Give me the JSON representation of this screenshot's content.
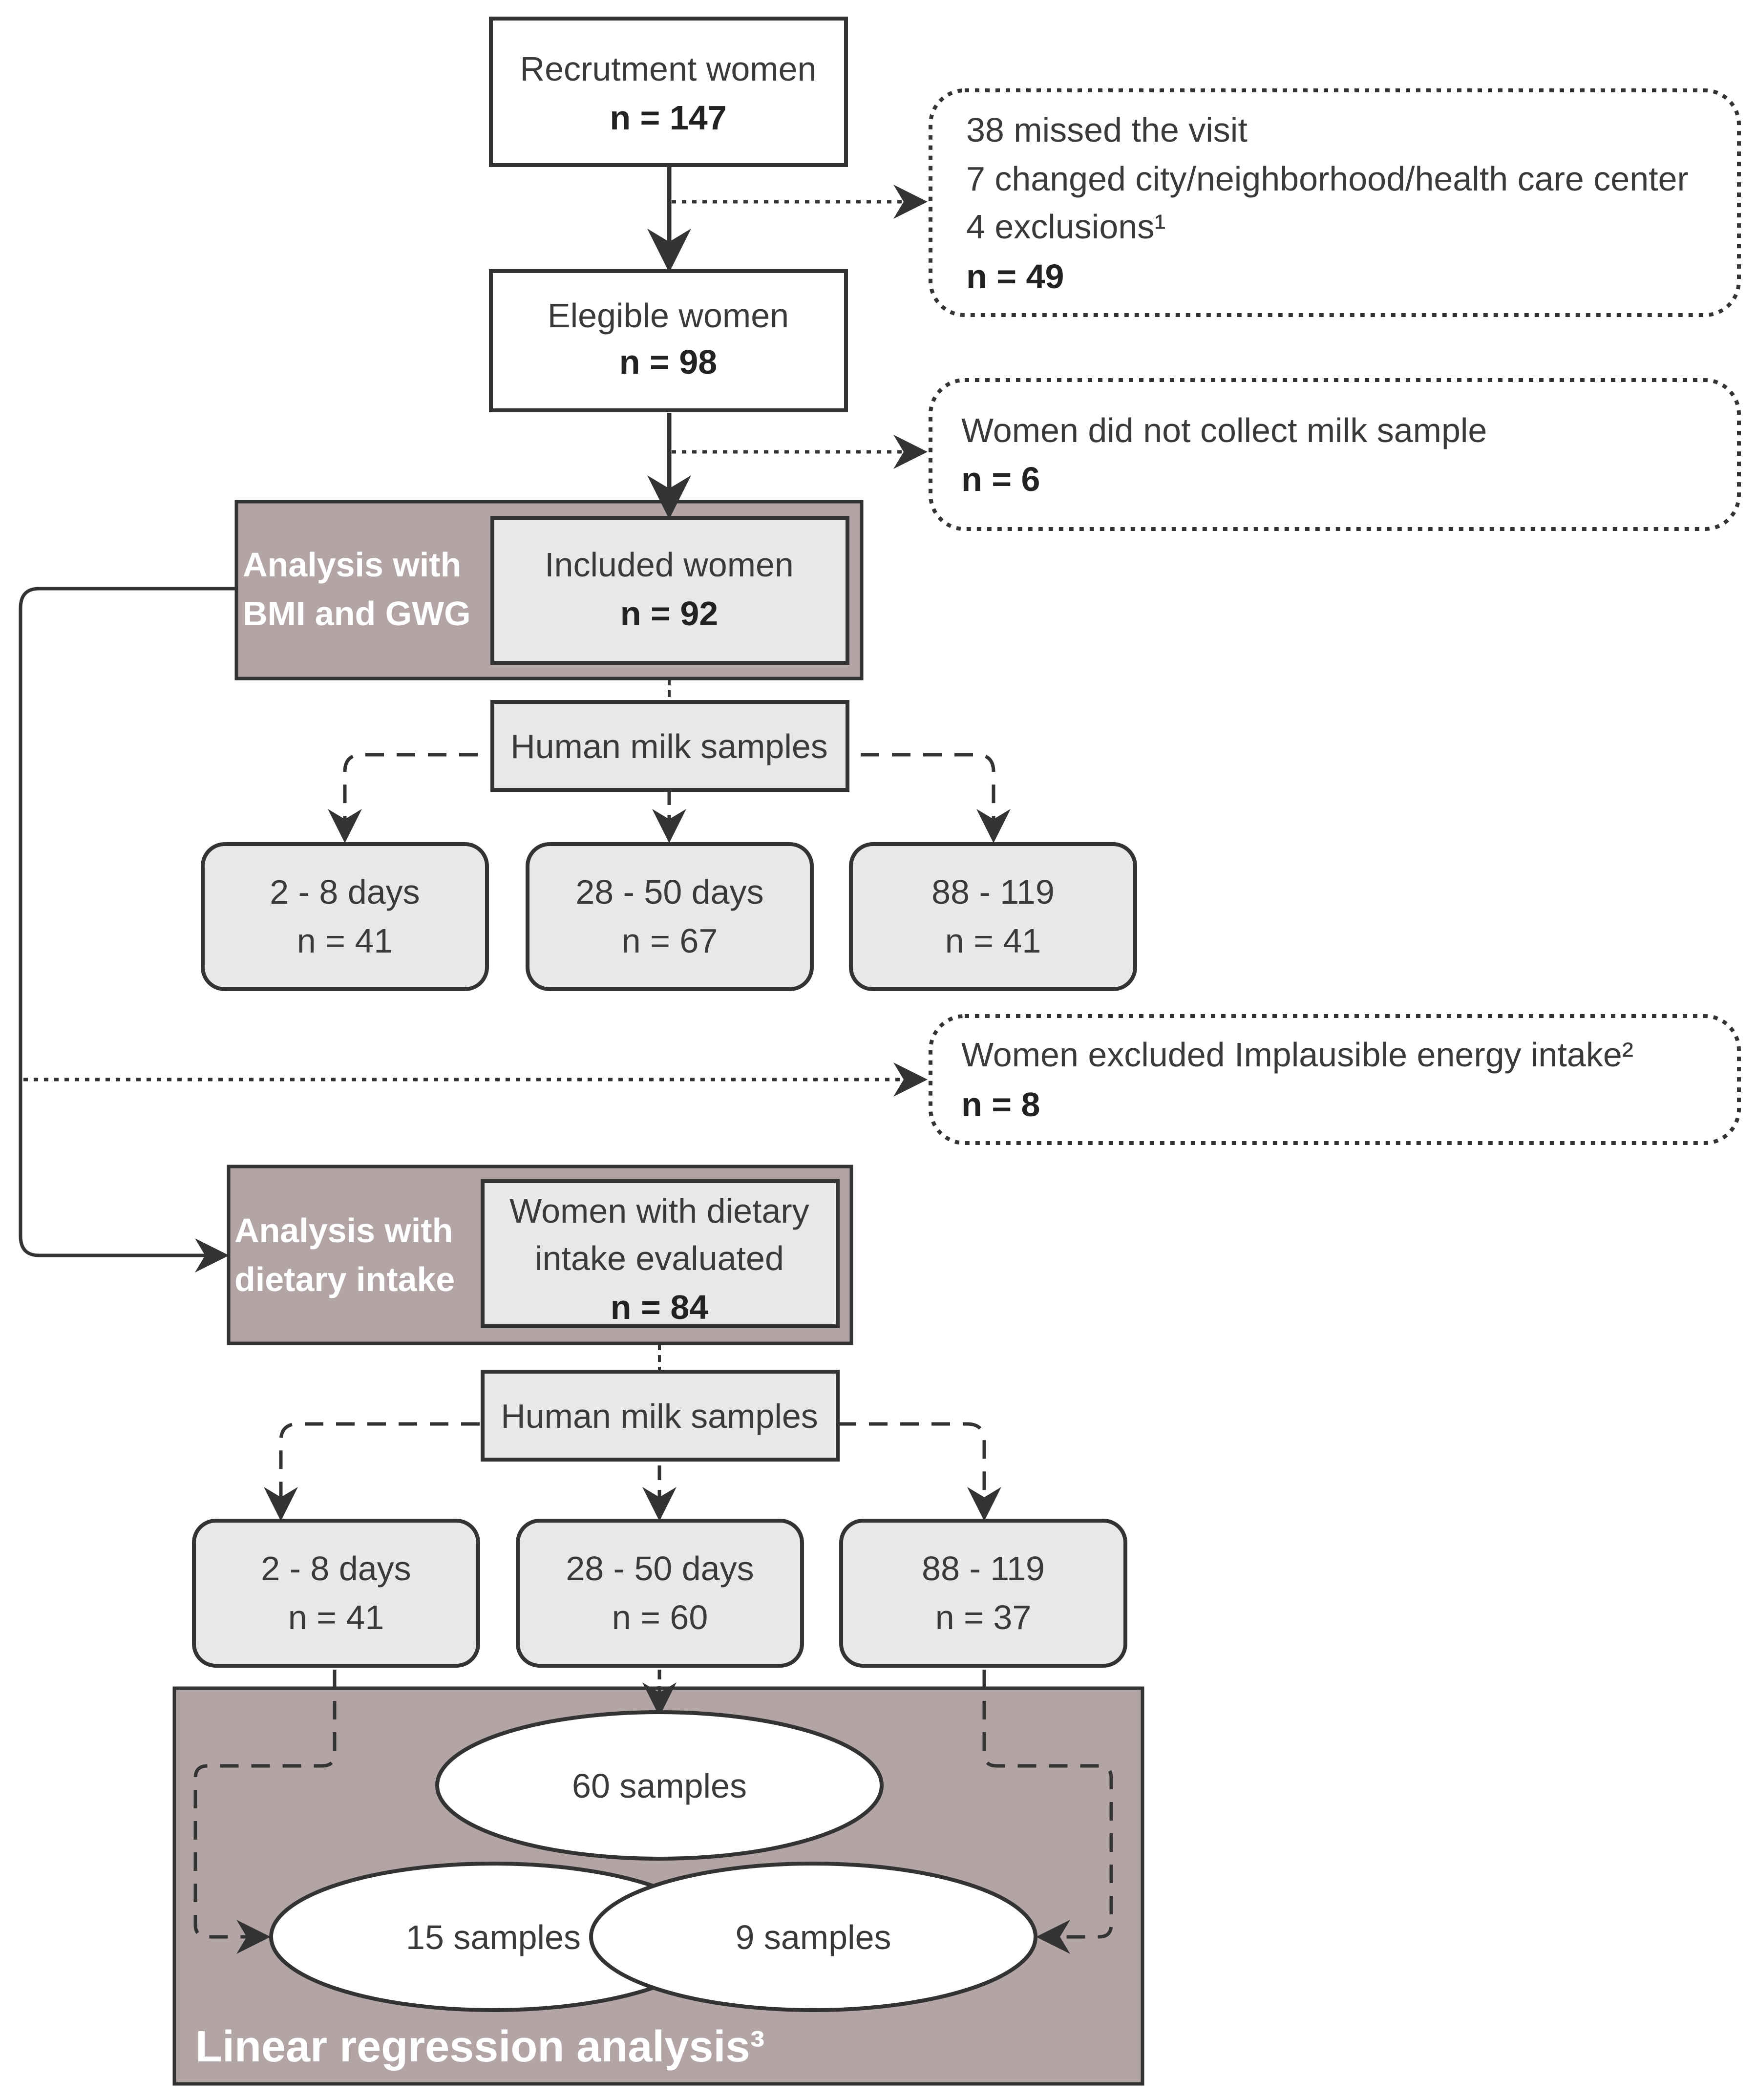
{
  "colors": {
    "panel": "#b3a5a5",
    "box_fill": "#e8e8e8",
    "stroke": "#333333",
    "text": "#3a3a3a"
  },
  "recruitment": {
    "label": "Recrutment women",
    "n": "n = 147"
  },
  "exclusion1": {
    "line1": "38 missed the visit",
    "line2": "7 changed city/neighborhood/health care center",
    "line3": "4 exclusions¹",
    "n": "n = 49"
  },
  "eligible": {
    "label": "Elegible women",
    "n": "n = 98"
  },
  "exclusion2": {
    "label": "Women did not collect milk sample",
    "n": "n = 6"
  },
  "analysis1": {
    "panel_line1": "Analysis with",
    "panel_line2": "BMI and GWG",
    "box_label": "Included women",
    "n": "n = 92",
    "samples_label": "Human milk samples",
    "periods": [
      {
        "label": "2 - 8 days",
        "n": "n = 41"
      },
      {
        "label": "28 - 50 days",
        "n": "n = 67"
      },
      {
        "label": "88 - 119",
        "n": "n = 41"
      }
    ]
  },
  "exclusion3": {
    "label": "Women excluded Implausible energy intake²",
    "n": "n = 8"
  },
  "analysis2": {
    "panel_line1": "Analysis with",
    "panel_line2": "dietary intake",
    "box_line1": "Women with dietary",
    "box_line2": "intake evaluated",
    "n": "n = 84",
    "samples_label": "Human milk samples",
    "periods": [
      {
        "label": "2 - 8 days",
        "n": "n = 41"
      },
      {
        "label": "28 - 50 days",
        "n": "n = 60"
      },
      {
        "label": "88 - 119",
        "n": "n = 37"
      }
    ]
  },
  "regression": {
    "title": "Linear regression analysis³",
    "ellipse_top": "60 samples",
    "ellipse_left": "15 samples",
    "ellipse_right": "9 samples"
  }
}
